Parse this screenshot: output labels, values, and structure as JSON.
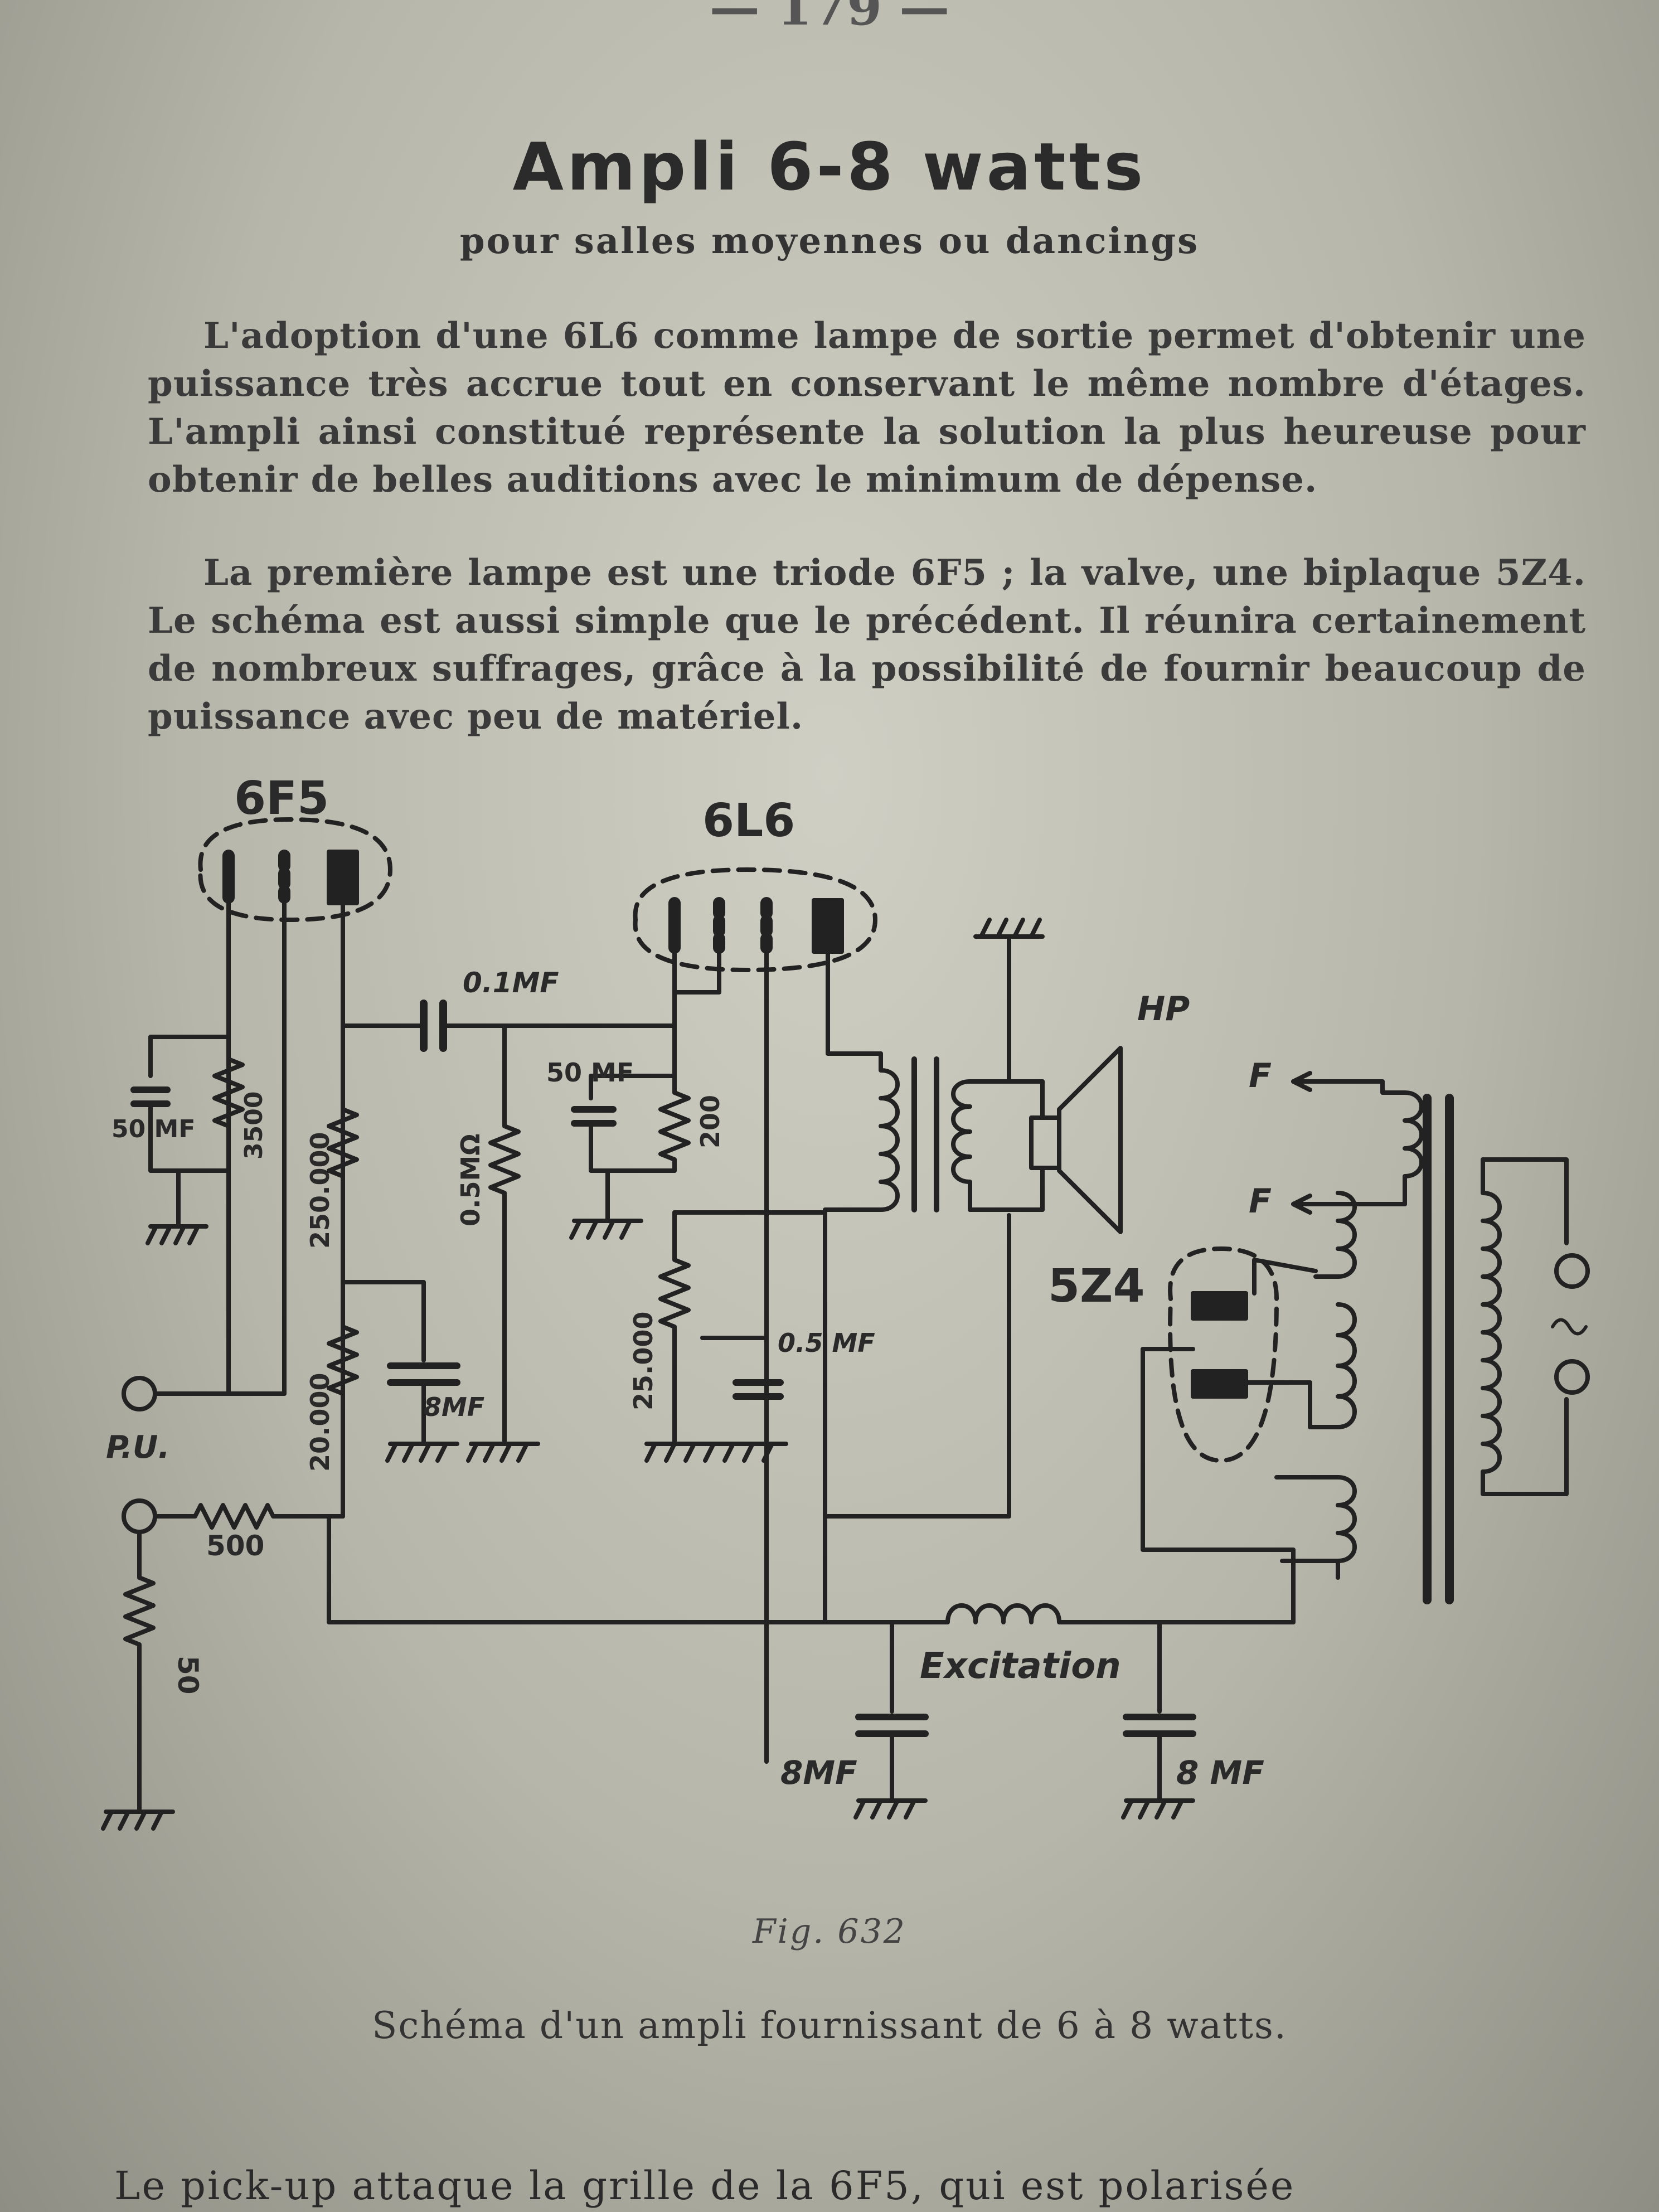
{
  "page": {
    "number": "— 179 —",
    "title": "Ampli 6-8 watts",
    "subtitle": "pour salles moyennes ou dancings",
    "paragraphs": [
      "L'adoption d'une 6L6 comme lampe de sortie permet d'obtenir une puissance très accrue tout en conservant le même nombre d'étages. L'ampli ainsi constitué représente la solution la plus heureuse pour obtenir de belles auditions avec le minimum de dépense.",
      "La première lampe est une triode 6F5 ; la valve, une biplaque 5Z4. Le schéma est aussi simple que le précédent. Il réunira certainement de nombreux suffrages, grâce à la possibilité de fournir beaucoup de puissance avec peu de matériel."
    ],
    "figure": {
      "label": "Fig. 632",
      "caption": "Schéma d'un ampli fournissant de 6 à 8 watts."
    },
    "footer_text": "Le pick-up attaque la grille de la 6F5, qui est polarisée"
  },
  "schematic": {
    "tube_6f5": "6F5",
    "tube_6l6": "6L6",
    "tube_5z4": "5Z4",
    "cap_01": "0.1MF",
    "cap_50_a": "50 MF",
    "cap_50_b": "50 MF",
    "res_3500": "3500",
    "res_250000": "250.000",
    "res_05": "0.5MΩ",
    "res_200": "200",
    "res_25000": "25.000",
    "cap_05": "0.5 MF",
    "cap_8_a": "8MF",
    "res_20000": "20.000",
    "pu": "P.U.",
    "res_500": "500",
    "res_50": "50",
    "hp": "HP",
    "f1": "F",
    "f2": "F",
    "excitation": "Excitation",
    "cap_8_b": "8MF",
    "cap_8_c": "8 MF"
  }
}
